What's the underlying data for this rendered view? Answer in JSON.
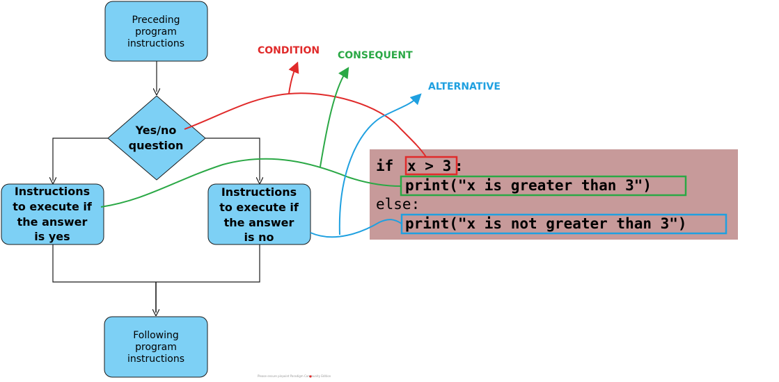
{
  "flowchart": {
    "preceding": {
      "line1": "Preceding",
      "line2": "program",
      "line3": "instructions"
    },
    "decision": {
      "line1": "Yes/no",
      "line2": "question"
    },
    "yes_branch": {
      "line1": "Instructions",
      "line2": "to execute if",
      "line3": "the answer",
      "line4": "is yes"
    },
    "no_branch": {
      "line1": "Instructions",
      "line2": "to execute if",
      "line3": "the answer",
      "line4": "is no"
    },
    "following": {
      "line1": "Following",
      "line2": "program",
      "line3": "instructions"
    }
  },
  "code": {
    "if_keyword": "if",
    "condition": "x > 3",
    "colon": ":",
    "consequent": "print(\"x is greater than 3\")",
    "else_line": "else:",
    "alternative": "print(\"x is not greater than 3\")"
  },
  "labels": {
    "condition": "CONDITION",
    "consequent": "CONSEQUENT",
    "alternative": "ALTERNATIVE"
  },
  "colors": {
    "node_fill": "#7dd0f5",
    "node_stroke": "#1a1a1a",
    "code_background": "#c79a9a",
    "condition": "#e02a2a",
    "consequent": "#2aa845",
    "alternative": "#1fa0e0"
  },
  "footnote": "Please ensure pinpoint Paradigm Community Edition"
}
